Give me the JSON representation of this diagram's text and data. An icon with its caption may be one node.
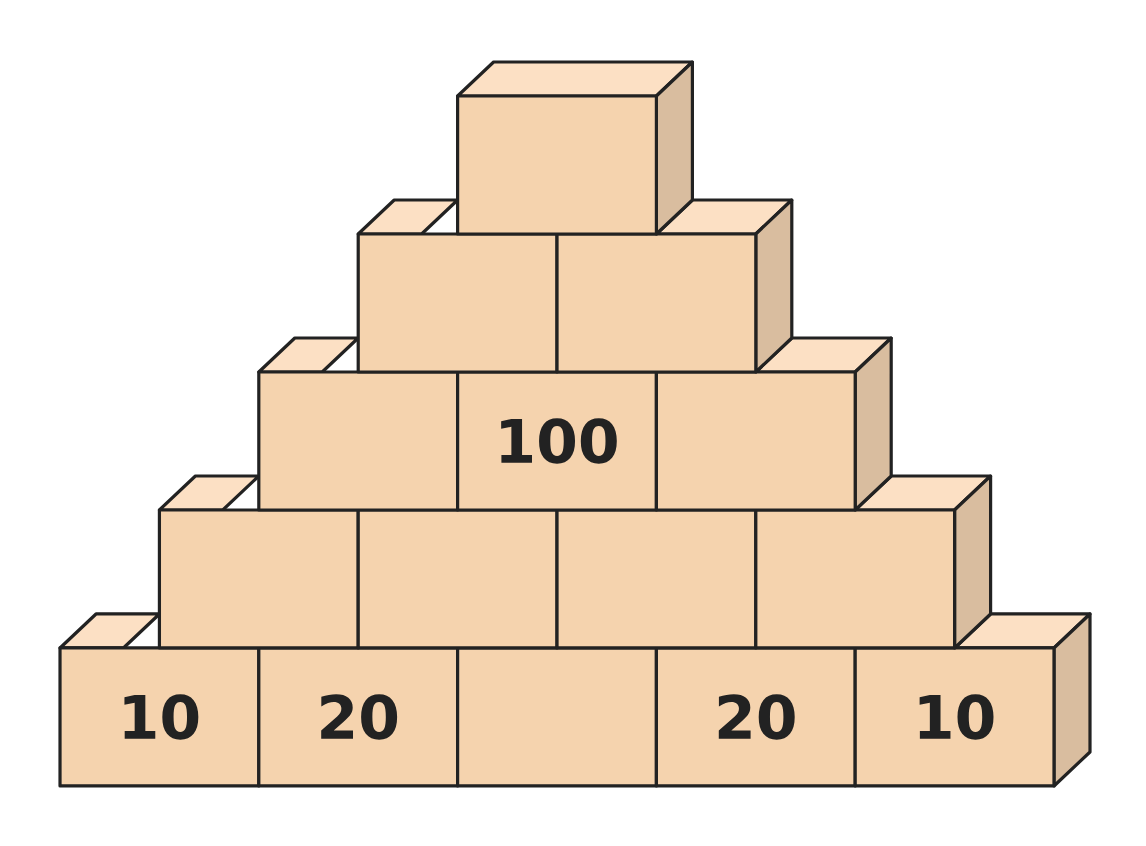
{
  "diagram": {
    "nodes": [
      {
        "text": [],
        "shape": "box"
      },
      {
        "text": [],
        "shape": "box"
      },
      {
        "text": [],
        "shape": "box"
      },
      {
        "text": [],
        "shape": "box"
      },
      {
        "text": [
          "100"
        ]
      },
      {
        "text": [],
        "shape": "box"
      },
      {
        "text": [],
        "shape": "box"
      },
      {
        "text": [],
        "shape": "box"
      },
      {
        "text": [],
        "shape": "box"
      },
      {
        "text": [],
        "shape": "box"
      },
      {
        "text": [
          "10"
        ]
      },
      {
        "text": [
          "20"
        ]
      },
      {
        "text": [],
        "shape": "box"
      },
      {
        "text": [
          "20"
        ]
      },
      {
        "text": [
          "10"
        ]
      }
    ]
  }
}
